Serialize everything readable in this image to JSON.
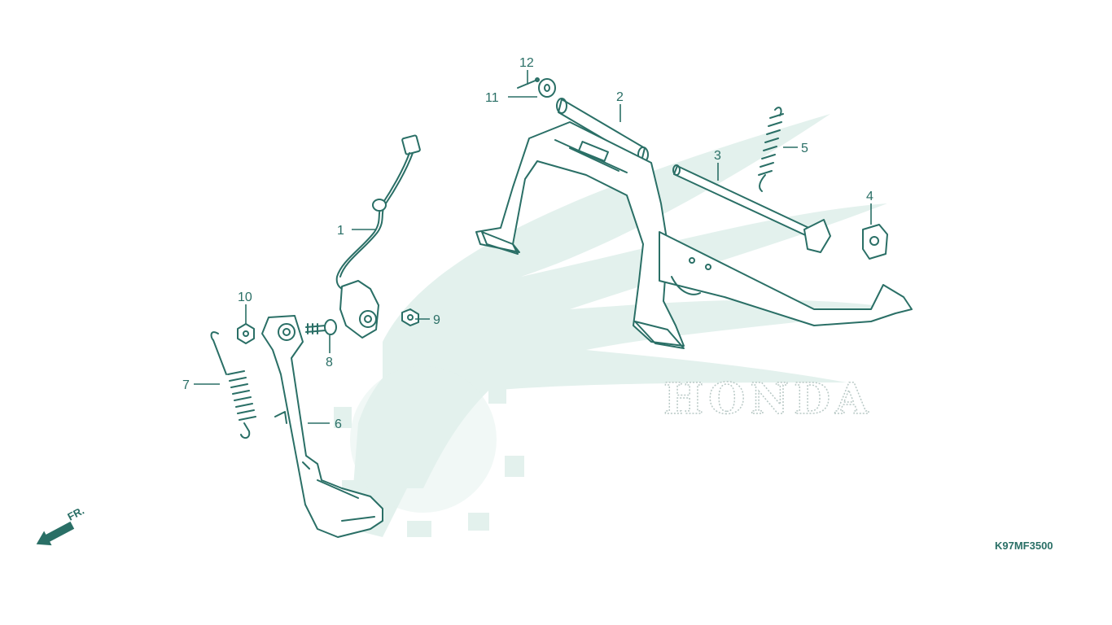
{
  "diagram": {
    "code": "K97MF3500",
    "direction_label": "FR.",
    "watermark_text": "HONDA",
    "callouts": [
      "1",
      "2",
      "3",
      "4",
      "5",
      "6",
      "7",
      "8",
      "9",
      "10",
      "11",
      "12"
    ],
    "colors": {
      "line": "#2a6f66",
      "watermark": "#e3f1ed"
    }
  }
}
